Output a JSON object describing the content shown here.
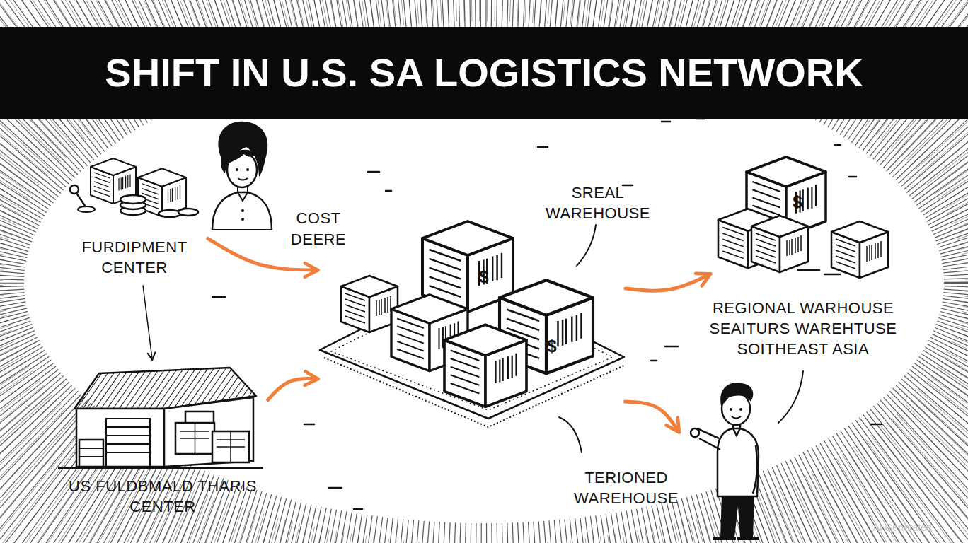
{
  "diagram": {
    "title": "SHIFT IN U.S. SA LOGISTICS NETWORK",
    "nodes": [
      {
        "text": [
          "FURDIPMENT CENTER"
        ]
      },
      {
        "text": [
          "US FULDBMALD THARIS CENTER"
        ]
      },
      {
        "text": [
          "SREAL WAREHOUSE"
        ]
      },
      {
        "text": [
          "REGIONAL WARHOUSE SEAITURS WAREHTUSE SOITHEAST ASIA"
        ]
      },
      {
        "text": [
          "TERIONED WAREHOUSE"
        ]
      }
    ],
    "edges": [
      {
        "from": 0,
        "to": 1,
        "arrow": "to"
      },
      {
        "from": 0,
        "to": 2,
        "arrow": "to",
        "label": "COST DEERE"
      },
      {
        "from": 1,
        "to": 2,
        "arrow": "to"
      },
      {
        "from": 2,
        "to": 3,
        "arrow": "to"
      },
      {
        "from": 2,
        "to": 4,
        "arrow": "to"
      }
    ],
    "labels": [
      "$",
      "$",
      "$",
      "AI Generated"
    ]
  }
}
